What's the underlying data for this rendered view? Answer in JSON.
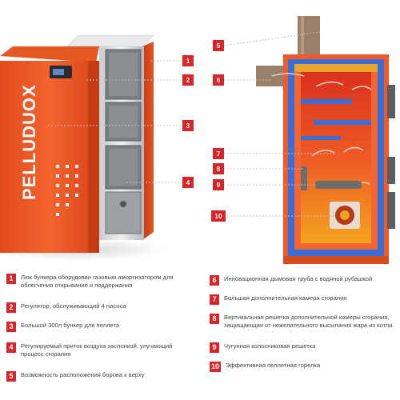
{
  "brand": "PELLUDUOX",
  "colors": {
    "accent": "#d7262a",
    "boiler_orange": "#f05a28",
    "water_jacket": "#3b6fd8",
    "fire": "#e8461f"
  },
  "callouts": [
    {
      "num": "1"
    },
    {
      "num": "2"
    },
    {
      "num": "3"
    },
    {
      "num": "4"
    },
    {
      "num": "5"
    },
    {
      "num": "6"
    },
    {
      "num": "7"
    },
    {
      "num": "8"
    },
    {
      "num": "9"
    },
    {
      "num": "10"
    }
  ],
  "legend": [
    {
      "num": "1",
      "text": "Люк бункера оборудован газовым амортизатором для облегчения открывания и поддержания"
    },
    {
      "num": "2",
      "text": "Регулятор, обслуживающий 4 насоса"
    },
    {
      "num": "3",
      "text": "Большой 300л бункер для пеллета"
    },
    {
      "num": "4",
      "text": "Регулируемый приток воздуха заслонкой, улучающий процесс сгорания"
    },
    {
      "num": "5",
      "text": "Возможность расположения борова к верху"
    },
    {
      "num": "6",
      "text": "Инновационная дымовая труба с водяной рубашкой"
    },
    {
      "num": "7",
      "text": "Большая дополнительная камера сгорания"
    },
    {
      "num": "8",
      "text": "Вертикальная решетка дополнительной камеры сгорания, защищающая от нежелательного высыпания жара из котла"
    },
    {
      "num": "9",
      "text": "Чугунная колосниковая решетка"
    },
    {
      "num": "10",
      "text": "Эффективная пеллетная горелка"
    }
  ]
}
